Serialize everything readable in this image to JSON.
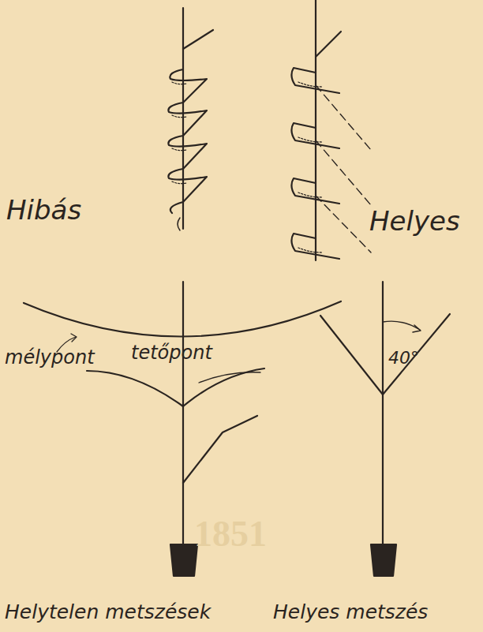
{
  "diagram": {
    "labels": [
      "Hibás",
      "Helyes",
      "mélypont",
      "tetőpont",
      "40°",
      "Helytelen metszések",
      "Helyes metszés",
      "1851"
    ]
  }
}
